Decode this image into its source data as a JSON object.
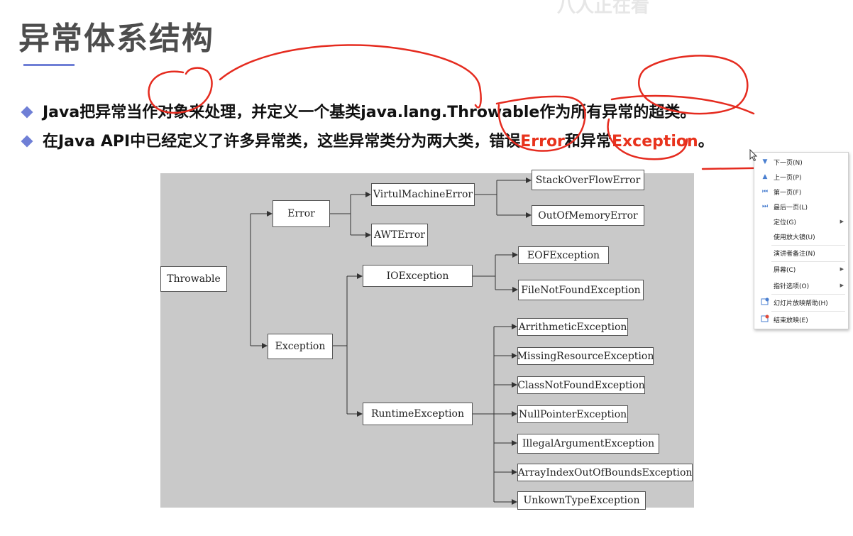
{
  "watermark": "八人正在看",
  "slide": {
    "title": "异常体系结构",
    "bullets": [
      {
        "before": "Java把异常当作对象来处理，并定义一个基类java.lang.Throwable作为所有异常的超类。",
        "highlight1": "",
        "middle": "",
        "highlight2": "",
        "after": ""
      },
      {
        "before": "在Java API中已经定义了许多异常类，这些异常类分为两大类，错误",
        "highlight1": "Error",
        "middle": "和异常",
        "highlight2": "Exception",
        "after": "。"
      }
    ],
    "colors": {
      "accent": "#6f7fd6",
      "highlight": "#e8331d",
      "annotation": "#e52b1f"
    }
  },
  "diagram": {
    "nodes": {
      "throwable": "Throwable",
      "error": "Error",
      "vm_error": "VirtulMachineError",
      "stack_overflow": "StackOverFlowError",
      "out_of_memory": "OutOfMemoryError",
      "awt_error": "AWTError",
      "exception": "Exception",
      "io_exception": "IOException",
      "eof_exception": "EOFException",
      "file_not_found": "FileNotFoundException",
      "runtime_exception": "RuntimeException",
      "arithmetic": "ArrithmeticException",
      "missing_resource": "MissingResourceException",
      "class_not_found": "ClassNotFoundException",
      "null_pointer": "NullPointerException",
      "illegal_argument": "IllegalArgumentException",
      "array_index": "ArrayIndexOutOfBoundsException",
      "unknown_type": "UnkownTypeException"
    }
  },
  "context_menu": {
    "items": [
      {
        "label": "下一页(N)",
        "icon": "arrow-down-icon",
        "submenu": false
      },
      {
        "label": "上一页(P)",
        "icon": "arrow-up-icon",
        "submenu": false
      },
      {
        "label": "第一页(F)",
        "icon": "first-page-icon",
        "submenu": false
      },
      {
        "label": "最后一页(L)",
        "icon": "last-page-icon",
        "submenu": false
      },
      {
        "label": "定位(G)",
        "icon": "",
        "submenu": true
      },
      {
        "label": "使用放大镜(U)",
        "icon": "",
        "submenu": false
      },
      {
        "label": "演讲者备注(N)",
        "icon": "",
        "submenu": false
      },
      {
        "label": "屏幕(C)",
        "icon": "",
        "submenu": true
      },
      {
        "label": "指针选项(O)",
        "icon": "",
        "submenu": true
      },
      {
        "label": "幻灯片放映帮助(H)",
        "icon": "help-icon",
        "submenu": false
      },
      {
        "label": "结束放映(E)",
        "icon": "end-show-icon",
        "submenu": false
      }
    ]
  }
}
